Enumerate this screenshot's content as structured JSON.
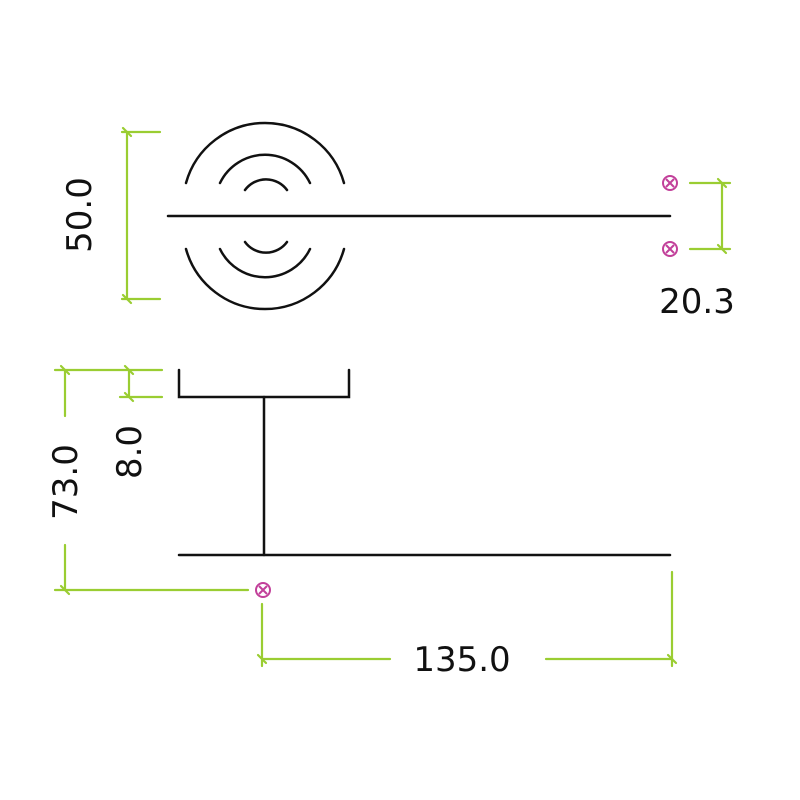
{
  "dimensions": {
    "rose_diameter": "50.0",
    "fixing_centres": "20.3",
    "projection": "73.0",
    "rose_depth": "8.0",
    "lever_length": "135.0"
  },
  "colors": {
    "outline": "#111111",
    "dimension": "#9acd32",
    "fixing_point": "#c2409a"
  },
  "icons": {
    "fixing_point": "circled-x-icon"
  }
}
